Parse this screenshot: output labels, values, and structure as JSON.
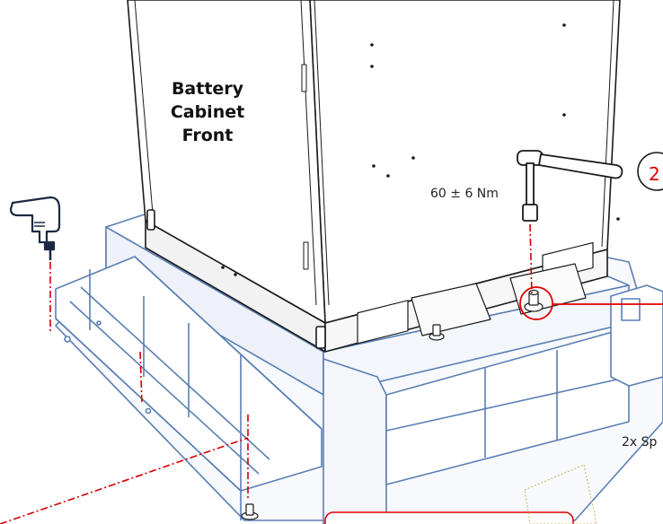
{
  "labels": {
    "cabinet_front": [
      "Battery",
      "Cabinet",
      "Front"
    ],
    "torque": "60 ± 6 Nm",
    "step_number": "2",
    "spacer_note": "2x Sp"
  },
  "colors": {
    "outline": "#1a1a1a",
    "pallet_blue": "#5a7fb4",
    "callout_red": "#e00000",
    "leader_red": "#d40000"
  },
  "icons": [
    "drill-icon",
    "torque-wrench-icon",
    "bolt-icon"
  ]
}
